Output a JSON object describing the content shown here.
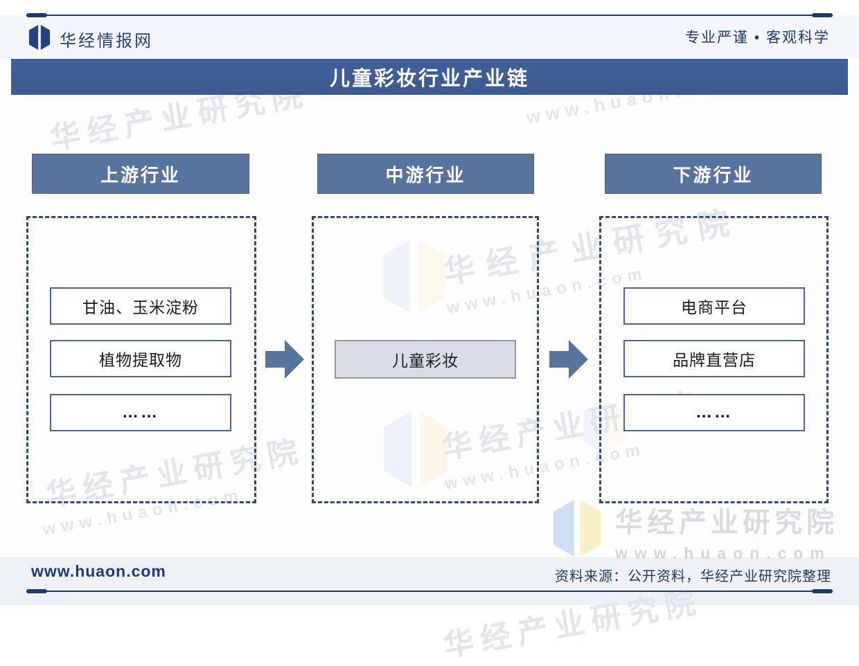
{
  "brand": {
    "logo_icon": "open-book-icon",
    "logo_text": "华经情报网",
    "slogan": "专业严谨 • 客观科学"
  },
  "title": "儿童彩妆行业产业链",
  "columns": [
    {
      "header": "上游行业",
      "items": [
        "甘油、玉米淀粉",
        "植物提取物",
        "……"
      ]
    },
    {
      "header": "中游行业",
      "items": [
        "儿童彩妆"
      ]
    },
    {
      "header": "下游行业",
      "items": [
        "电商平台",
        "品牌直营店",
        "……"
      ]
    }
  ],
  "flow": [
    "上游行业 → 中游行业",
    "中游行业 → 下游行业"
  ],
  "footer": {
    "site_url": "www.huaon.com",
    "source": "资料来源：公开资料，华经产业研究院整理"
  },
  "watermark": {
    "text": "华经产业研究院",
    "url": "www.huaon.com"
  },
  "colors": {
    "title_band": "#3f5d94",
    "column_header": "#56749e",
    "navy_line": "#1c3a6e",
    "dashed_border": "#2c4a7e",
    "item_border": "#4a6590",
    "core_box_bg": "#d9dde6",
    "arrow": "#56749e",
    "footer_bg": "#edf1f6",
    "wm_logo_blue": "#cfe0f4",
    "wm_logo_yellow": "#faeec9"
  }
}
